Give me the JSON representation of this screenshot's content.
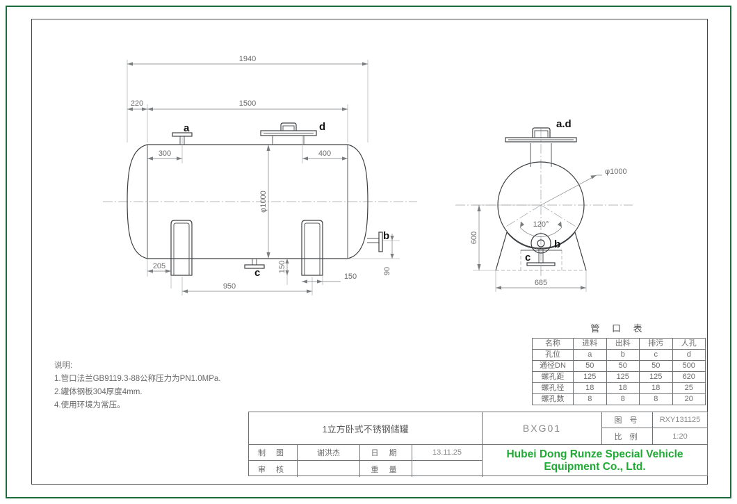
{
  "drawing": {
    "title": "1立方卧式不锈钢储罐",
    "code": "BXG01",
    "dwg_no_label": "图 号",
    "dwg_no": "RXY131125",
    "scale_label": "比 例",
    "scale": "1:20",
    "drawn_label": "制 图",
    "drawn_by": "谢洪杰",
    "date_label": "日 期",
    "date": "13.11.25",
    "check_label": "审 核",
    "check_by": "",
    "weight_label": "重 量",
    "weight": "",
    "company": "Hubei Dong Runze Special Vehicle Equipment Co., Ltd.",
    "company_color": "#1faa34",
    "frame_color": "#1c6b3a"
  },
  "notes": {
    "heading": "说明:",
    "lines": [
      "1.管口法兰GB9119.3-88公称压力为PN1.0MPa.",
      "2.罐体钢板304厚度4mm.",
      "4.使用环境为常压。"
    ]
  },
  "nozzle_table": {
    "title": "管 口 表",
    "rows": [
      {
        "label": "名称",
        "cells": [
          "进料",
          "出料",
          "排污",
          "人孔"
        ]
      },
      {
        "label": "孔位",
        "cells": [
          "a",
          "b",
          "c",
          "d"
        ]
      },
      {
        "label": "通径DN",
        "cells": [
          "50",
          "50",
          "50",
          "500"
        ]
      },
      {
        "label": "螺孔距",
        "cells": [
          "125",
          "125",
          "125",
          "620"
        ]
      },
      {
        "label": "螺孔径",
        "cells": [
          "18",
          "18",
          "18",
          "25"
        ]
      },
      {
        "label": "螺孔数",
        "cells": [
          "8",
          "8",
          "8",
          "20"
        ]
      }
    ]
  },
  "front_view": {
    "dims": {
      "overall_length": "1940",
      "shell_length": "1500",
      "head_depth": "220",
      "nozzle_a_offset": "300",
      "manhole_offset": "400",
      "diameter": "φ1000",
      "saddle_left_offset": "205",
      "saddle_span": "950",
      "drain_height": "150",
      "saddle_width": "150",
      "outlet_height": "90"
    },
    "balloons": {
      "a": "a",
      "b": "b",
      "c": "c",
      "d": "d"
    }
  },
  "end_view": {
    "dims": {
      "diameter": "φ1000",
      "saddle_angle": "120°",
      "saddle_height": "600",
      "base_width": "685"
    },
    "balloons": {
      "ad": "a.d",
      "b": "b",
      "c": "c"
    }
  }
}
